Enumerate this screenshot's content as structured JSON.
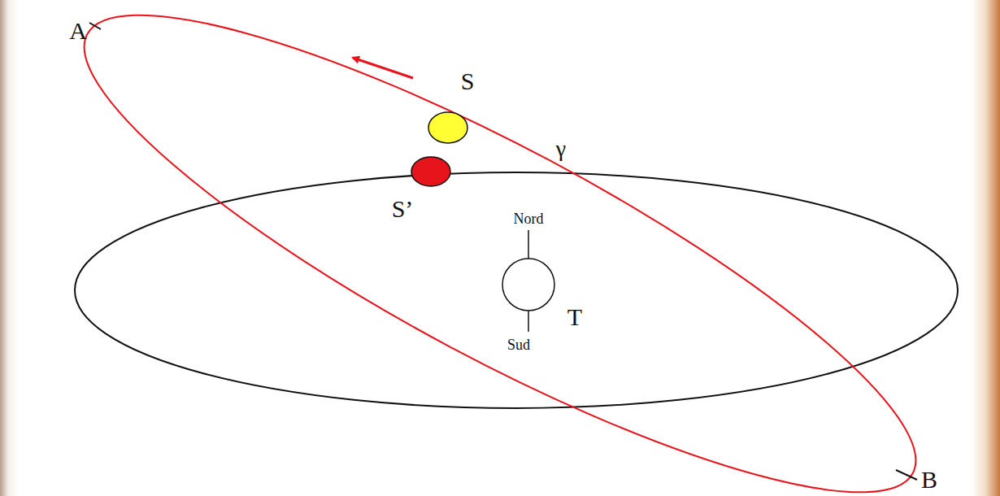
{
  "diagram": {
    "labels": [
      "S",
      "A",
      "γ",
      "S’",
      "Nord",
      "T",
      "Sud",
      "B"
    ]
  }
}
